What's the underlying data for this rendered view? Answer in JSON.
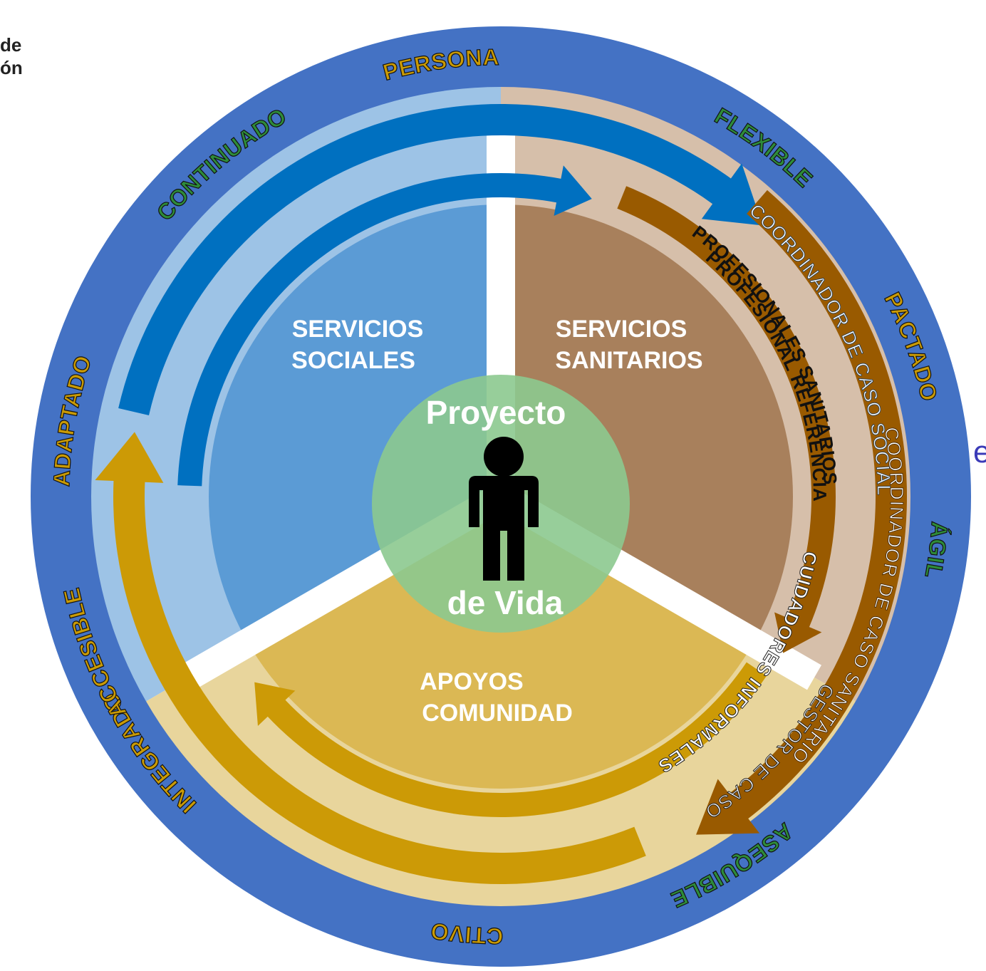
{
  "partial_text": {
    "line1": "de",
    "line2": "ón",
    "edge_char": "e"
  },
  "outer_ring": {
    "words": [
      "PERSONALIZADO",
      "FLEXIBLE",
      "PACTADO",
      "ÁGIL",
      "INTEGRADO",
      "PROACTIVO",
      "ASEQUIBLE",
      "ACCESIBLE",
      "ADAPTADO",
      "CONTINUADO"
    ]
  },
  "sectors": {
    "social": {
      "line1": "SERVICIOS",
      "line2": "SOCIALES"
    },
    "health": {
      "line1": "SERVICIOS",
      "line2": "SANITARIOS"
    },
    "community": {
      "line1": "APOYOS",
      "line2": "COMUNIDAD"
    }
  },
  "arrows": {
    "coord_social": "COORDINADOR DE CASO SOCIAL",
    "prof_ref": "PROFESIONAL REFERENCIA",
    "prof_san": "PROFESIONALES SANITARIOS",
    "coord_san": "COORDINADOR DE CASO SANITARIO",
    "cuidadores": "CUIDADORES INFORMALES",
    "gestor": "GESTOR DE CASO"
  },
  "center": {
    "line1": "Proyecto",
    "line2": "de Vida"
  },
  "colors": {
    "outer_blue": "#4472C4",
    "social_light": "#9DC3E6",
    "social_dark": "#5B9BD5",
    "health_light": "#D6BFAA",
    "health_dark": "#A8805C",
    "comm_light": "#E8D59C",
    "comm_dark": "#DBB854",
    "arrow_blue": "#0070C0",
    "arrow_brown": "#995A00",
    "arrow_gold": "#CC9A06",
    "center_green": "#8CC98F",
    "text_green": "#2E8B3A",
    "text_gold": "#C99A06"
  }
}
